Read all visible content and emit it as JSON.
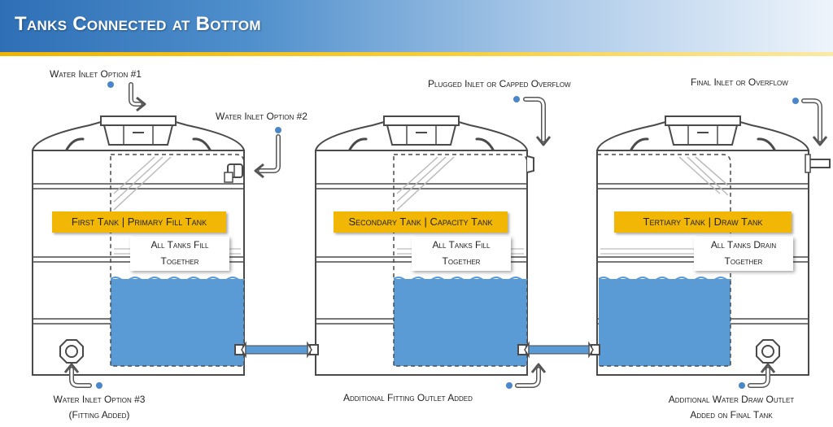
{
  "title": "Tanks Connected at Bottom",
  "colors": {
    "water": "#5b9bd5",
    "tank_outline": "#4a4a4a",
    "label_box": "#f2b705",
    "header_blue": "#2e6fb6",
    "marker_dot": "#4a86c8"
  },
  "labels": {
    "inlet1": "Water Inlet Option #1",
    "inlet2": "Water Inlet Option #2",
    "inlet3_line1": "Water Inlet Option #3",
    "inlet3_line2": "(Fitting Added)",
    "plugged": "Plugged Inlet or Capped Overflow",
    "final_inlet": "Final Inlet or Overflow",
    "additional_fitting": "Additional Fitting Outlet Added",
    "draw_outlet_line1": "Additional Water Draw Outlet",
    "draw_outlet_line2": "Added on Final Tank"
  },
  "tanks": [
    {
      "name": "First Tank | Primary Fill Tank",
      "note_line1": "All Tanks Fill",
      "note_line2": "Together"
    },
    {
      "name": "Secondary Tank | Capacity Tank",
      "note_line1": "All Tanks Fill",
      "note_line2": "Together"
    },
    {
      "name": "Tertiary Tank | Draw Tank",
      "note_line1": "All Tanks Drain",
      "note_line2": "Together"
    }
  ],
  "icons": [
    "arrow-icon",
    "marker-dot-icon",
    "fitting-icon",
    "valve-icon",
    "lid-icon"
  ]
}
